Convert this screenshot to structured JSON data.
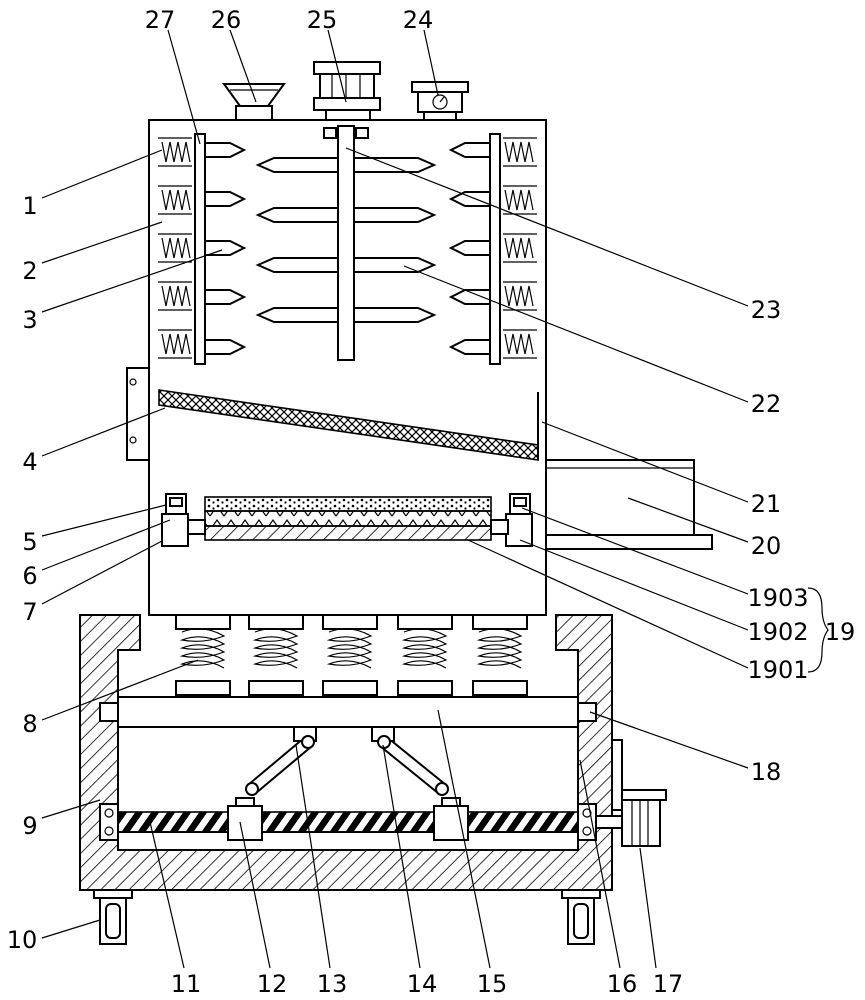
{
  "labels": {
    "l1": "1",
    "l2": "2",
    "l3": "3",
    "l4": "4",
    "l5": "5",
    "l6": "6",
    "l7": "7",
    "l8": "8",
    "l9": "9",
    "l10": "10",
    "l11": "11",
    "l12": "12",
    "l13": "13",
    "l14": "14",
    "l15": "15",
    "l16": "16",
    "l17": "17",
    "l18": "18",
    "l19": "19",
    "l20": "20",
    "l21": "21",
    "l22": "22",
    "l23": "23",
    "l24": "24",
    "l25": "25",
    "l26": "26",
    "l27": "27",
    "l1901": "1901",
    "l1902": "1902",
    "l1903": "1903"
  }
}
